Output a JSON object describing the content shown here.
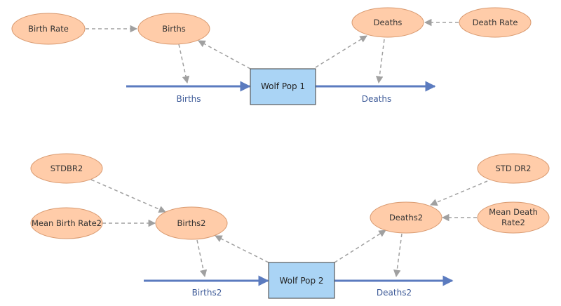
{
  "colors": {
    "ellipse_fill": "#ffcca9",
    "ellipse_stroke": "#d99a70",
    "stock_fill": "#aad4f5",
    "stock_stroke": "#3d3d3d",
    "flow": "#5b7bbf",
    "link": "#a0a0a0"
  },
  "model1": {
    "stock": "Wolf Pop 1",
    "birth_rate": "Birth Rate",
    "births_var": "Births",
    "deaths_var": "Deaths",
    "death_rate": "Death Rate",
    "flow_births": "Births",
    "flow_deaths": "Deaths"
  },
  "model2": {
    "stock": "Wolf Pop 2",
    "stdbr": "STDBR2",
    "mean_birth_rate": "Mean Birth Rate2",
    "births_var": "Births2",
    "deaths_var": "Deaths2",
    "std_dr": "STD DR2",
    "mean_death_rate_line1": "Mean Death",
    "mean_death_rate_line2": "Rate2",
    "flow_births": "Births2",
    "flow_deaths": "Deaths2"
  }
}
